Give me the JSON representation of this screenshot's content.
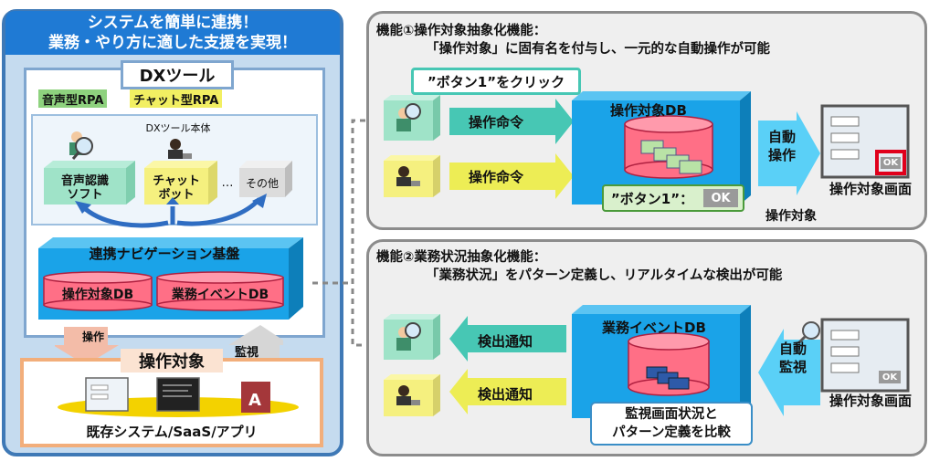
{
  "left": {
    "banner_line1": "システムを簡単に連携！",
    "banner_line2": "業務・やり方に適した支援を実現！",
    "dx_title": "DXツール",
    "tag_voice_rpa": "音声型RPA",
    "tag_chat_rpa": "チャット型RPA",
    "dx_body": "DXツール本体",
    "voice_soft_line1": "音声認識",
    "voice_soft_line2": "ソフト",
    "chatbot_line1": "チャット",
    "chatbot_line2": "ボット",
    "ellipsis": "…",
    "other": "その他",
    "platform_title": "連携ナビゲーション基盤",
    "db_operation": "操作対象DB",
    "db_business_event": "業務イベントDB",
    "arrow_operate": "操作",
    "arrow_monitor": "監視",
    "target_title": "操作対象",
    "target_caption": "既存システム/SaaS/アプリ"
  },
  "feature1": {
    "title": "機能①操作対象抽象化機能：",
    "subtitle": "「操作対象」に固有名を付与し、一元的な自動操作が可能",
    "speech": "”ボタン1”をクリック",
    "command1": "操作命令",
    "command2": "操作命令",
    "db_label": "操作対象DB",
    "button_name": "”ボタン1”：",
    "ok": "OK",
    "target_note": "操作対象",
    "auto_line1": "自動",
    "auto_line2": "操作",
    "screen_label": "操作対象画面"
  },
  "feature2": {
    "title": "機能②業務状況抽象化機能：",
    "subtitle": "「業務状況」をパターン定義し、リアルタイムな検出が可能",
    "notify1": "検出通知",
    "notify2": "検出通知",
    "db_label": "業務イベントDB",
    "compare_line1": "監視画面状況と",
    "compare_line2": "パターン定義を比較",
    "auto_line1": "自動",
    "auto_line2": "監視",
    "ok": "OK",
    "screen_label": "操作対象画面"
  },
  "colors": {
    "panel_blue": "#c5dbef",
    "banner_blue": "#1f7ad4",
    "tag_green": "#8ed27e",
    "tag_yellow": "#f2ef62",
    "db_red": "#ff6f86",
    "box_blue": "#1aa3e8",
    "arrow_teal": "#47c7b4",
    "arrow_yellow": "#eded55",
    "orange_frame": "#f2ae7b"
  }
}
